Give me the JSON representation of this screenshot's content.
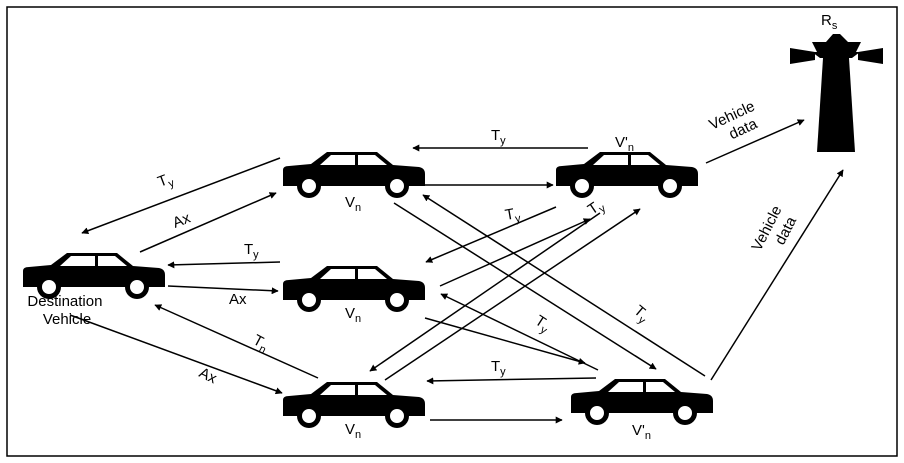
{
  "diagram": {
    "rs_label": {
      "main": "R",
      "sub": "s"
    },
    "destination_label": [
      "Destination",
      "Vehicle"
    ],
    "vehicle_labels": {
      "v_top": {
        "main": "V",
        "sub": "n"
      },
      "v_mid": {
        "main": "V",
        "sub": "n"
      },
      "v_bottom": {
        "main": "V",
        "sub": "n"
      },
      "vprime_top": {
        "main": "V'",
        "sub": "n"
      },
      "vprime_bottom": {
        "main": "V'",
        "sub": "n"
      }
    },
    "arrow_labels": {
      "ty_top_left": {
        "main": "T",
        "sub": "y"
      },
      "ax_top_left": {
        "main": "Ax",
        "sub": ""
      },
      "ty_mid_left": {
        "main": "T",
        "sub": "y"
      },
      "ax_mid_left": {
        "main": "Ax",
        "sub": ""
      },
      "tn_bottom_left": {
        "main": "T",
        "sub": "n"
      },
      "ax_bottom_left": {
        "main": "Ax",
        "sub": ""
      },
      "ty_top_horiz": {
        "main": "T",
        "sub": "y"
      },
      "ty_cross_a": {
        "main": "T",
        "sub": "y"
      },
      "ty_cross_b": {
        "main": "T",
        "sub": "y"
      },
      "ty_lower_cross": {
        "main": "T",
        "sub": "y"
      },
      "ty_long_diag": {
        "main": "T",
        "sub": "y"
      },
      "ty_bottom_horiz": {
        "main": "T",
        "sub": "y"
      }
    },
    "vehicle_data_top": [
      "Vehicle",
      "data"
    ],
    "vehicle_data_right": [
      "Vehicle",
      "data"
    ]
  }
}
